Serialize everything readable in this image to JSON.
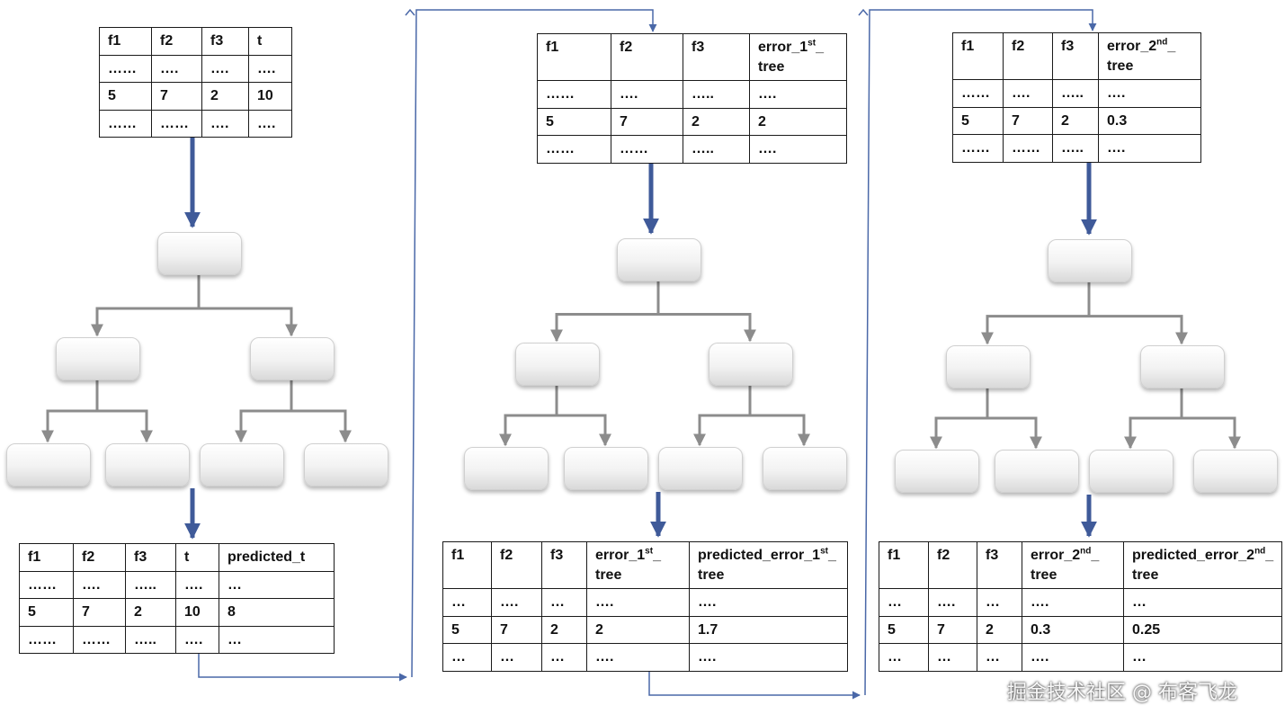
{
  "stages": [
    {
      "input_table": {
        "rows": [
          [
            "f1",
            "f2",
            "f3",
            "t"
          ],
          [
            "……",
            "….",
            "….",
            "…."
          ],
          [
            "5",
            "7",
            "2",
            "10"
          ],
          [
            "……",
            "……",
            "….",
            "…."
          ]
        ]
      },
      "output_table": {
        "rows": [
          [
            "f1",
            "f2",
            "f3",
            "t",
            "predicted_t"
          ],
          [
            "……",
            "….",
            "…..",
            "….",
            "…"
          ],
          [
            "5",
            "7",
            "2",
            "10",
            "8"
          ],
          [
            "……",
            "……",
            "…..",
            "….",
            "…"
          ]
        ]
      }
    },
    {
      "input_table": {
        "rows": [
          [
            "f1",
            "f2",
            "f3",
            "error_1st_tree"
          ],
          [
            "……",
            "….",
            "…..",
            "…."
          ],
          [
            "5",
            "7",
            "2",
            "2"
          ],
          [
            "……",
            "……",
            "…..",
            "…."
          ]
        ]
      },
      "output_table": {
        "rows": [
          [
            "f1",
            "f2",
            "f3",
            "error_1st_tree",
            "predicted_error_1st_tree"
          ],
          [
            "…",
            "….",
            "…",
            "….",
            "…."
          ],
          [
            "5",
            "7",
            "2",
            "2",
            "1.7"
          ],
          [
            "…",
            "…",
            "…",
            "….",
            "…."
          ]
        ]
      }
    },
    {
      "input_table": {
        "rows": [
          [
            "f1",
            "f2",
            "f3",
            "error_2nd_tree"
          ],
          [
            "……",
            "….",
            "…..",
            "…."
          ],
          [
            "5",
            "7",
            "2",
            "0.3"
          ],
          [
            "……",
            "……",
            "…..",
            "…."
          ]
        ]
      },
      "output_table": {
        "rows": [
          [
            "f1",
            "f2",
            "f3",
            "error_2nd_tree",
            "predicted_error_2nd_tree"
          ],
          [
            "…",
            "….",
            "…",
            "….",
            "…"
          ],
          [
            "5",
            "7",
            "2",
            "0.3",
            "0.25"
          ],
          [
            "…",
            "…",
            "…",
            "….",
            "…"
          ]
        ]
      }
    }
  ],
  "superscripts": {
    "first": "st",
    "second": "nd"
  },
  "colors": {
    "flow_arrow": "#3f5a99",
    "tree_edge": "#8c8c8c",
    "connector": "#4a68a8"
  },
  "watermark": "掘金技术社区 @ 布客飞龙"
}
